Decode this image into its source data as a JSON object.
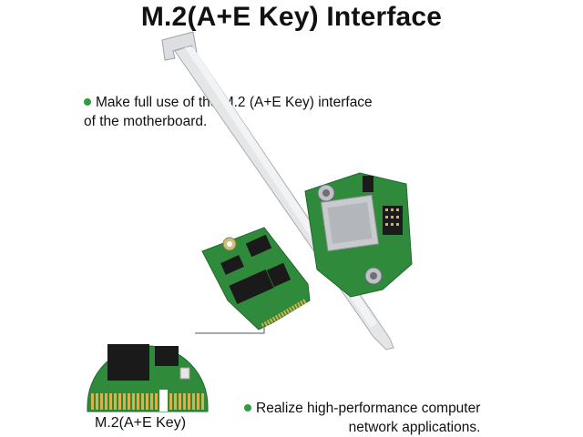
{
  "title": "M.2(A+E Key) Interface",
  "bullet_top": {
    "line1": "Make full use of the M.2 (A+E Key) interface",
    "line2": "of the motherboard."
  },
  "bullet_bottom": {
    "line1": "Realize high-performance computer",
    "line2": "network applications."
  },
  "caption": "M.2(A+E Key)",
  "colors": {
    "pcb_green": "#2f8a3c",
    "bullet_green": "#2e9e3a",
    "gold": "#d9b04a",
    "bracket": "#d6d8db"
  }
}
